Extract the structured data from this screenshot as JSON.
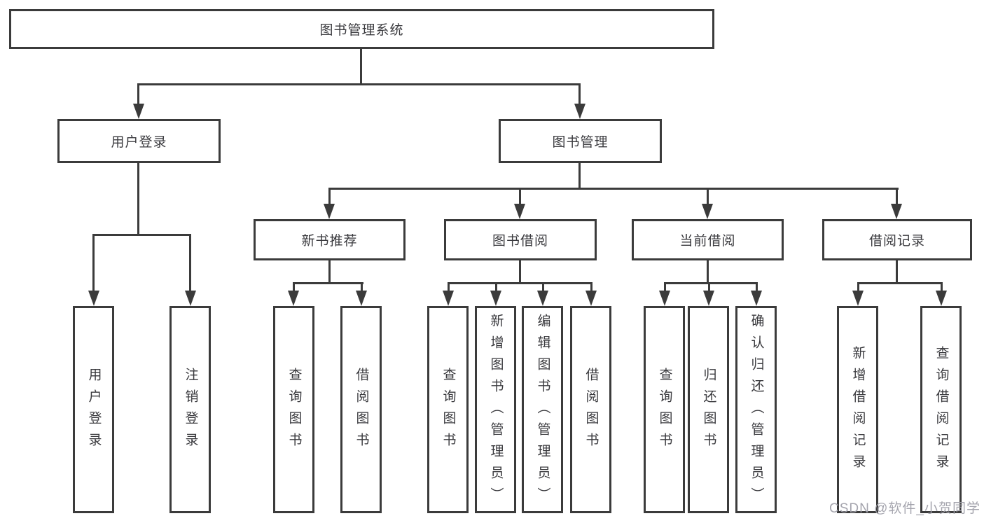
{
  "diagram": {
    "root": {
      "label": "图书管理系统"
    },
    "level2": [
      {
        "label": "用户登录"
      },
      {
        "label": "图书管理"
      }
    ],
    "level3": [
      {
        "label": "新书推荐"
      },
      {
        "label": "图书借阅"
      },
      {
        "label": "当前借阅"
      },
      {
        "label": "借阅记录"
      }
    ],
    "leaves": [
      {
        "label": "用户登录"
      },
      {
        "label": "注销登录"
      },
      {
        "label": "查询图书"
      },
      {
        "label": "借阅图书"
      },
      {
        "label": "查询图书"
      },
      {
        "label": "新增图书（管理员）"
      },
      {
        "label": "编辑图书（管理员）"
      },
      {
        "label": "借阅图书"
      },
      {
        "label": "查询图书"
      },
      {
        "label": "归还图书"
      },
      {
        "label": "确认归还（管理员）"
      },
      {
        "label": "新增借阅记录"
      },
      {
        "label": "查询借阅记录"
      }
    ]
  },
  "watermark": "CSDN @软件_小贺同学",
  "colors": {
    "line": "#3b3b3b",
    "text": "#3a3a3e",
    "watermark": "#a0a0aa",
    "background": "#ffffff"
  }
}
